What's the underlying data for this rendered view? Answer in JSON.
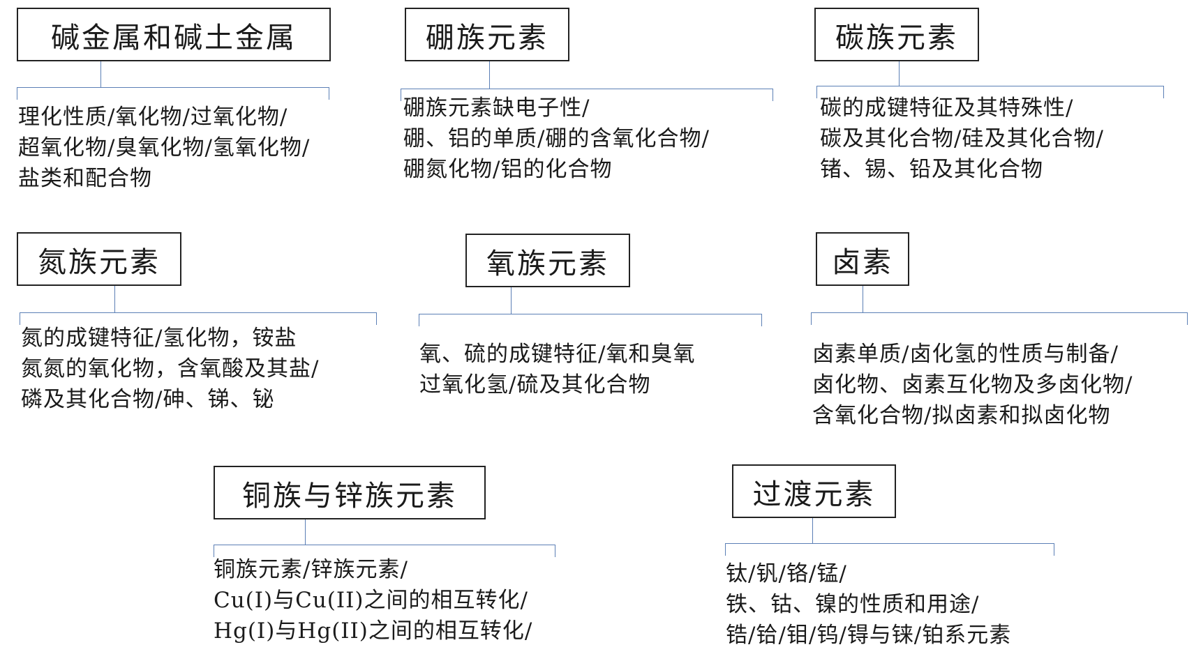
{
  "groups": [
    {
      "title": "碱金属和碱土金属",
      "lines": [
        "理化性质/氧化物/过氧化物/",
        "超氧化物/臭氧化物/氢氧化物/",
        "盐类和配合物"
      ]
    },
    {
      "title": "硼族元素",
      "lines": [
        "硼族元素缺电子性/",
        "硼、铝的单质/硼的含氧化合物/",
        "硼氮化物/铝的化合物"
      ]
    },
    {
      "title": "碳族元素",
      "lines": [
        "碳的成键特征及其特殊性/",
        "碳及其化合物/硅及其化合物/",
        "锗、锡、铅及其化合物"
      ]
    },
    {
      "title": "氮族元素",
      "lines": [
        "氮的成键特征/氢化物，铵盐",
        "氮氮的氧化物，含氧酸及其盐/",
        "磷及其化合物/砷、锑、铋"
      ]
    },
    {
      "title": "氧族元素",
      "lines": [
        "氧、硫的成键特征/氧和臭氧",
        "过氧化氢/硫及其化合物"
      ]
    },
    {
      "title": "卤素",
      "lines": [
        "卤素单质/卤化氢的性质与制备/",
        "卤化物、卤素互化物及多卤化物/",
        "含氧化合物/拟卤素和拟卤化物"
      ]
    },
    {
      "title": "铜族与锌族元素",
      "lines": [
        "铜族元素/锌族元素/",
        "Cu(I)与Cu(II)之间的相互转化/",
        "Hg(I)与Hg(II)之间的相互转化/"
      ]
    },
    {
      "title": "过渡元素",
      "lines": [
        "钛/钒/铬/锰/",
        "铁、钴、镍的性质和用途/",
        "锆/铪/钼/钨/锝与铼/铂系元素"
      ]
    }
  ],
  "colors": {
    "box_border": "#222222",
    "connector": "#5b7fb5",
    "text": "#1a1a1a"
  }
}
